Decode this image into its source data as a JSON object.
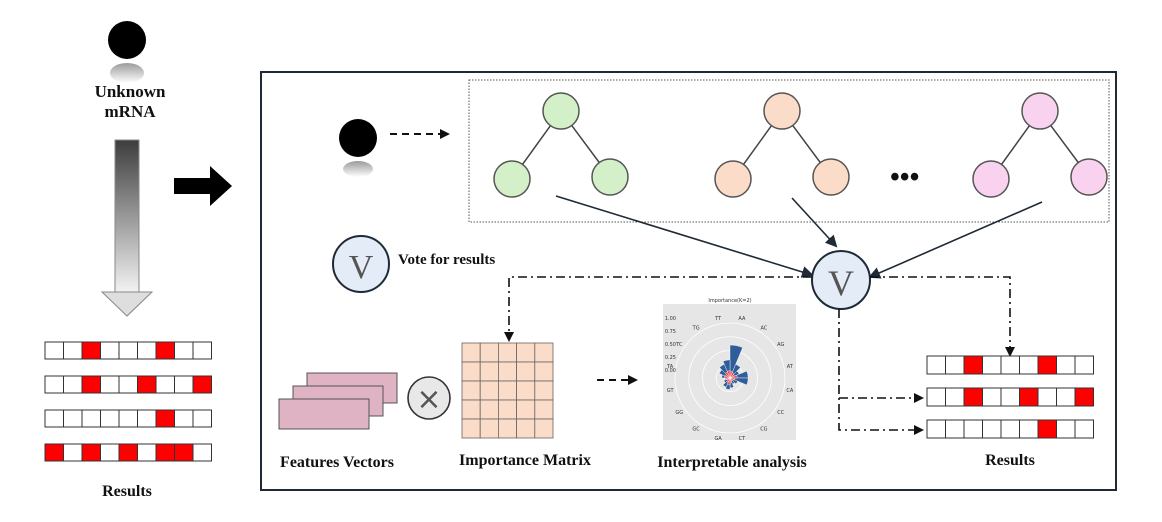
{
  "colors": {
    "black": "#000000",
    "red": "#ff0000",
    "frame": "#1f2a36",
    "tree_green": "#d4f0c8",
    "tree_orange": "#fbdcc8",
    "tree_pink": "#f9d2f0",
    "vote_fill": "#e4ecf8",
    "feature_fill": "#dfb3c4",
    "matrix_fill": "#fbdcc8",
    "rose_blue": "#2f5d9a",
    "rose_red": "#e84850",
    "panel_gray": "#e6e6e6"
  },
  "input": {
    "label_line1": "Unknown",
    "label_line2": "mRNA",
    "icon": "person-icon"
  },
  "left_results": {
    "label": "Results",
    "rows": [
      [
        0,
        0,
        1,
        0,
        0,
        0,
        1,
        0,
        0
      ],
      [
        0,
        0,
        1,
        0,
        0,
        1,
        0,
        0,
        1
      ],
      [
        0,
        0,
        0,
        0,
        0,
        0,
        1,
        0,
        0
      ],
      [
        1,
        0,
        1,
        0,
        1,
        0,
        1,
        1,
        0
      ]
    ]
  },
  "trees": {
    "ellipsis": "•••",
    "colors": [
      "tree_green",
      "tree_orange",
      "tree_pink"
    ]
  },
  "vote": {
    "symbol": "V",
    "label": "Vote for results"
  },
  "features": {
    "label": "Features Vectors",
    "operator": "×"
  },
  "importance_matrix": {
    "label": "Importance Matrix",
    "rows": 5,
    "cols": 5
  },
  "interpretable": {
    "label": "Interpretable analysis",
    "title": "Importance(K=2)",
    "radial_ticks": [
      "1.00",
      "0.75",
      "0.50",
      "0.25",
      "0.00"
    ],
    "categories": [
      "AA",
      "AC",
      "AG",
      "AT",
      "CA",
      "CC",
      "CG",
      "CT",
      "GA",
      "GC",
      "GG",
      "GT",
      "TA",
      "TC",
      "TG",
      "TT"
    ],
    "blue": [
      1.0,
      0.45,
      0.3,
      0.55,
      0.55,
      0.25,
      0.2,
      0.3,
      0.35,
      0.3,
      0.2,
      0.15,
      0.25,
      0.35,
      0.45,
      0.55
    ],
    "red": [
      0.2,
      0.18,
      0.15,
      0.22,
      0.15,
      0.12,
      0.1,
      0.15,
      0.2,
      0.15,
      0.1,
      0.12,
      0.18,
      0.15,
      0.2,
      0.22
    ]
  },
  "right_results": {
    "label": "Results",
    "rows": [
      [
        0,
        0,
        1,
        0,
        0,
        0,
        1,
        0,
        0
      ],
      [
        0,
        0,
        1,
        0,
        0,
        1,
        0,
        0,
        1
      ],
      [
        0,
        0,
        0,
        0,
        0,
        0,
        1,
        0,
        0
      ]
    ]
  }
}
